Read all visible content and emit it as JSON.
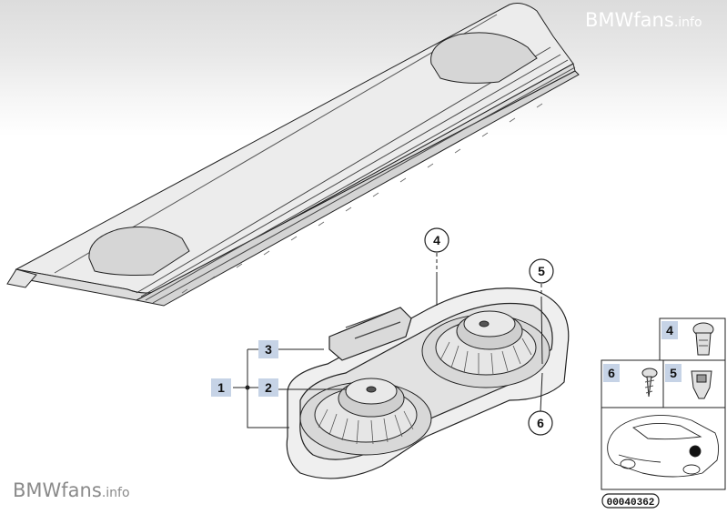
{
  "watermark_top": {
    "brand": "BMWfans",
    "suffix": ".info"
  },
  "watermark_bottom": {
    "brand": "BMWfans",
    "suffix": ".info"
  },
  "callouts": {
    "c1": "1",
    "c2": "2",
    "c3": "3",
    "c4": "4",
    "c5": "5",
    "c6": "6"
  },
  "legend": {
    "item4": "4",
    "item5": "5",
    "item6": "6"
  },
  "reference_number": "00040362"
}
